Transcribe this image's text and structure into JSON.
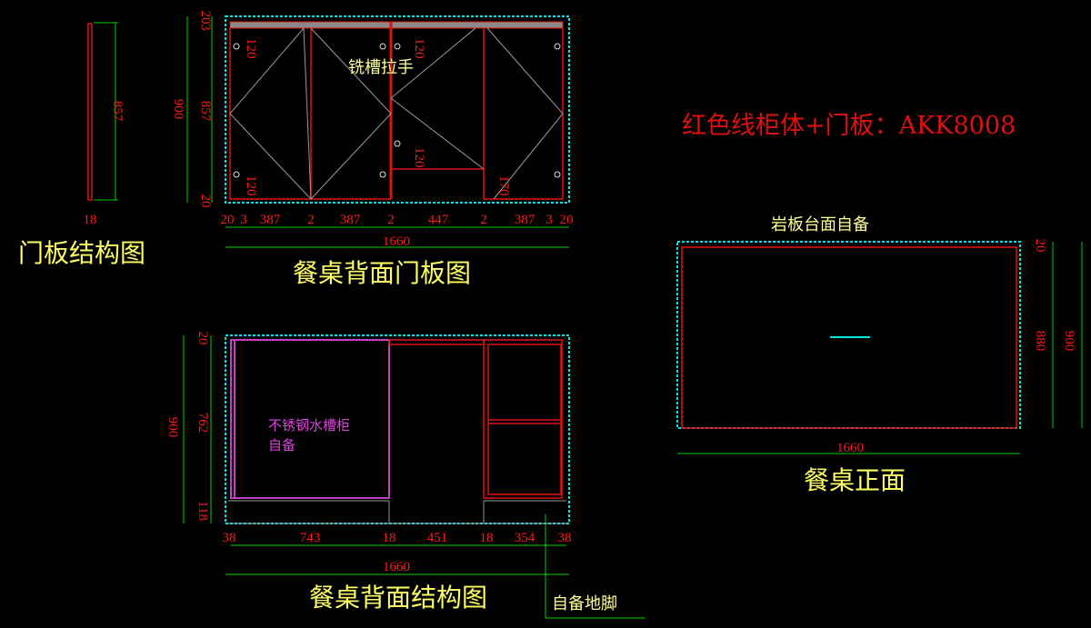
{
  "door_structure": {
    "title": "门板结构图",
    "height": "857",
    "thickness": "18"
  },
  "back_door_view": {
    "title": "餐桌背面门板图",
    "handle_note": "铣槽拉手",
    "total_width": "1660",
    "total_height": "900",
    "vertical_dims": [
      "3",
      "20",
      "857",
      "20"
    ],
    "handle_dims": [
      "120",
      "120",
      "120",
      "120",
      "170"
    ],
    "horizontal_dims": [
      "20",
      "3",
      "387",
      "2",
      "387",
      "2",
      "447",
      "2",
      "387",
      "3",
      "20"
    ]
  },
  "material_note": "红色线柜体+门板：AKK8008",
  "front_view": {
    "title": "餐桌正面",
    "top_note": "岩板台面自备",
    "width": "1660",
    "dims": [
      "20",
      "880",
      "900"
    ]
  },
  "back_structure_view": {
    "title": "餐桌背面结构图",
    "sink_note_line1": "不锈钢水槽柜",
    "sink_note_line2": "自备",
    "leg_note": "自备地脚",
    "total_width": "1660",
    "total_height": "900",
    "vertical_dims": [
      "20",
      "762",
      "118"
    ],
    "horizontal_dims": [
      "38",
      "743",
      "18",
      "451",
      "18",
      "354",
      "38"
    ]
  },
  "colors": {
    "background": "#000000",
    "cabinet_red": "#e01010",
    "dimension_green": "#00d000",
    "outline_cyan": "#00e5e5",
    "sink_purple": "#c040c0",
    "label_yellow": "#ffff66"
  }
}
